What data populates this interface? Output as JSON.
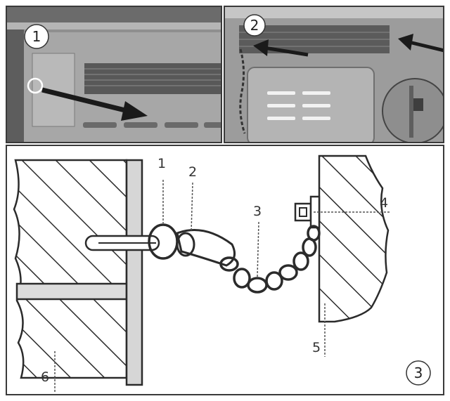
{
  "steps": [
    {
      "number": "1"
    },
    {
      "number": "2"
    },
    {
      "number": "3"
    }
  ],
  "parts": {
    "p1": "1",
    "p2": "2",
    "p3": "3",
    "p4": "4",
    "p5": "5",
    "p6": "6"
  },
  "colors": {
    "photo_dark": "#4a4a4a",
    "photo_mid": "#9a9a9a",
    "line": "#2b2b2b",
    "wall_fill": "#d6d6d6"
  }
}
